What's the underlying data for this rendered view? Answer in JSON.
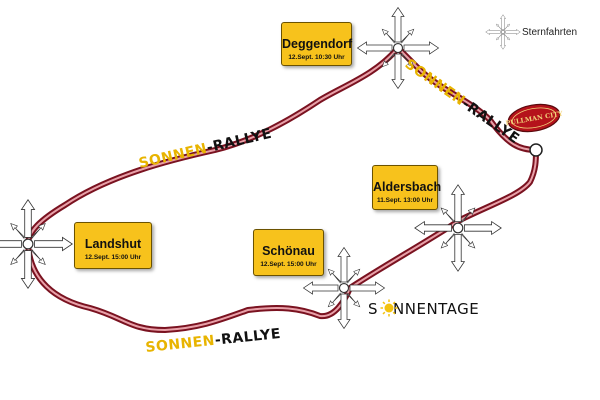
{
  "legend": {
    "label": "Sternfahrten",
    "icon": "star-arrows-icon"
  },
  "towns": [
    {
      "id": "deggendorf",
      "name": "Deggendorf",
      "date": "12.Sept. 10:30 Uhr"
    },
    {
      "id": "landshut",
      "name": "Landshut",
      "date": "12.Sept. 15:00 Uhr"
    },
    {
      "id": "schoenau",
      "name": "Schönau",
      "date": "12.Sept. 15:00 Uhr"
    },
    {
      "id": "aldersbach",
      "name": "Aldersbach",
      "date": "11.Sept. 13:00 Uhr"
    }
  ],
  "rally": {
    "label_parts": [
      "SONN",
      "EN",
      "-RALLYE"
    ],
    "sun_glyph_letter": "O"
  },
  "sonnentage": {
    "before": "S",
    "after": "NNENTAGE"
  },
  "pullman_logo": {
    "text": "PULLMAN CITY",
    "icon": "pullman-city-logo-icon"
  },
  "colors": {
    "route_outer": "#7a1220",
    "route_inner": "#e8a0a8",
    "sign_bg": "#f7c21c",
    "sun": "#f3c20f",
    "logo_red": "#b5121b"
  }
}
